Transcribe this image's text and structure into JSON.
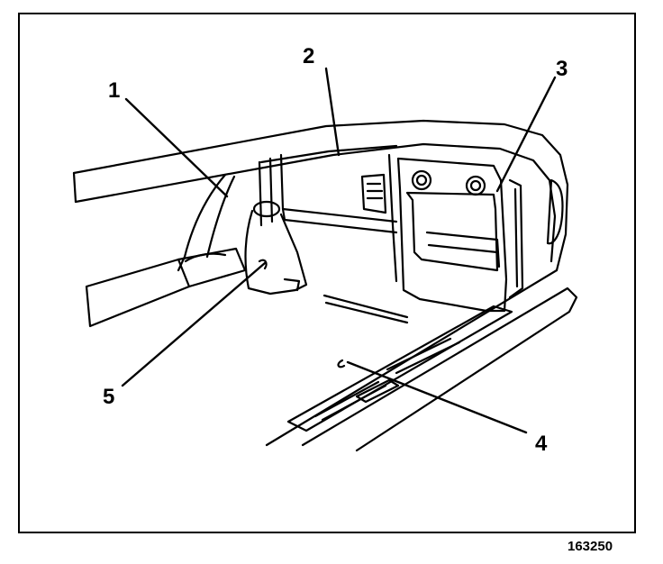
{
  "callouts": [
    {
      "label": "1"
    },
    {
      "label": "2"
    },
    {
      "label": "3"
    },
    {
      "label": "4"
    },
    {
      "label": "5"
    }
  ],
  "figure_id": "163250",
  "colors": {
    "ink": "#000000",
    "paper": "#ffffff"
  }
}
